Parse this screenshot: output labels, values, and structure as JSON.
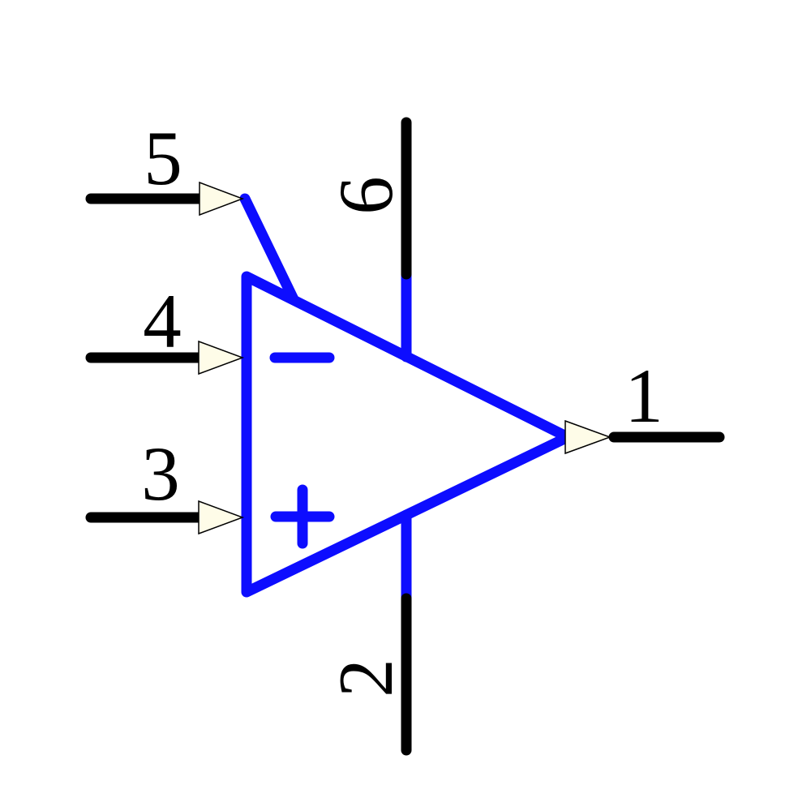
{
  "schematic": {
    "labels": {
      "pin1": "1",
      "pin2": "2",
      "pin3": "3",
      "pin4": "4",
      "pin5": "5",
      "pin6": "6"
    },
    "markers": {
      "inverting": "−",
      "noninverting": "+"
    }
  },
  "colors": {
    "net": "#0D0DFF",
    "pin": "#000000",
    "arrow_fill": "#FEFCE8",
    "arrow_outline": "#000000",
    "label": "#000000",
    "background": "#FFFFFF"
  }
}
